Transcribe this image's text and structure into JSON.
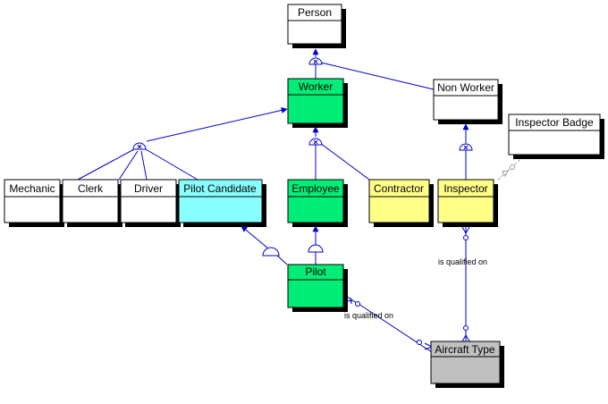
{
  "entities": {
    "person": "Person",
    "worker": "Worker",
    "non_worker": "Non Worker",
    "inspector_badge": "Inspector Badge",
    "mechanic": "Mechanic",
    "clerk": "Clerk",
    "driver": "Driver",
    "pilot_candidate": "Pilot Candidate",
    "employee": "Employee",
    "contractor": "Contractor",
    "inspector": "Inspector",
    "pilot": "Pilot",
    "aircraft_type": "Aircraft Type"
  },
  "relationships": {
    "inspector_aircraft": "is qualified on",
    "pilot_aircraft": "is qualified on"
  },
  "colors": {
    "white_entity": "#ffffff",
    "green_entity": "#00ee77",
    "cyan_entity": "#88ffff",
    "yellow_entity": "#ffff88",
    "gray_entity": "#c0c0c0",
    "line": "#0000cc",
    "dashed_line": "#999999"
  }
}
